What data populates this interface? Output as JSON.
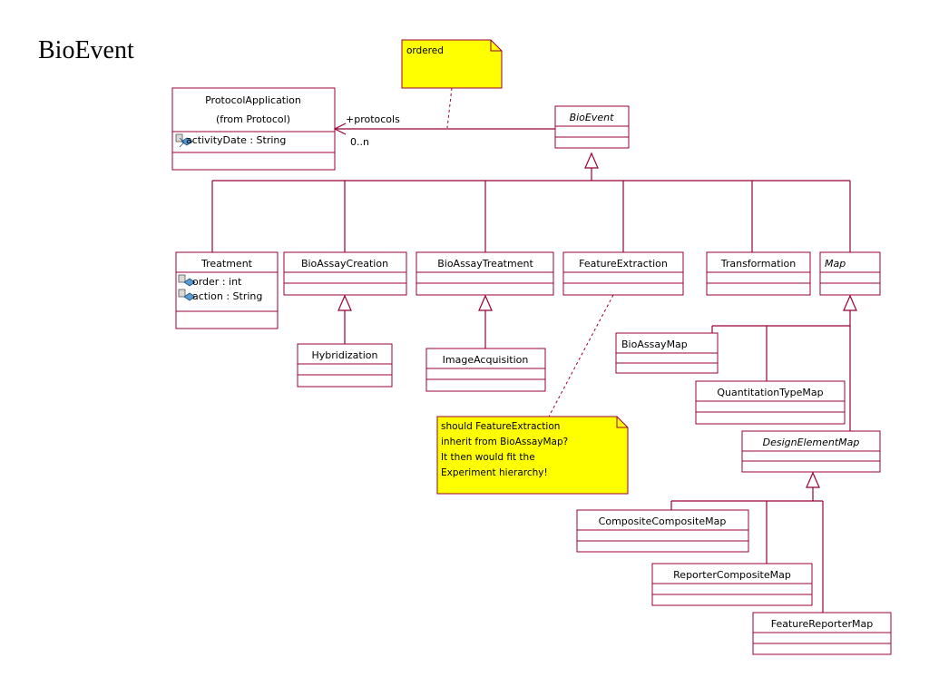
{
  "slide": {
    "title": "BioEvent"
  },
  "classes": {
    "protocol_application": {
      "name": "ProtocolApplication",
      "stereotype": "(from Protocol)",
      "attributes": [
        "activityDate : String"
      ]
    },
    "bio_event": {
      "name": "BioEvent"
    },
    "treatment": {
      "name": "Treatment",
      "attributes": [
        "order : int",
        "action : String"
      ]
    },
    "bio_assay_creation": {
      "name": "BioAssayCreation"
    },
    "bio_assay_treatment": {
      "name": "BioAssayTreatment"
    },
    "feature_extraction": {
      "name": "FeatureExtraction"
    },
    "transformation": {
      "name": "Transformation"
    },
    "map": {
      "name": "Map"
    },
    "hybridization": {
      "name": "Hybridization"
    },
    "image_acquisition": {
      "name": "ImageAcquisition"
    },
    "bio_assay_map": {
      "name": "BioAssayMap"
    },
    "quantitation_type_map": {
      "name": "QuantitationTypeMap"
    },
    "design_element_map": {
      "name": "DesignElementMap"
    },
    "composite_composite_map": {
      "name": "CompositeCompositeMap"
    },
    "reporter_composite_map": {
      "name": "ReporterCompositeMap"
    },
    "feature_reporter_map": {
      "name": "FeatureReporterMap"
    }
  },
  "association": {
    "role": "+protocols",
    "multiplicity": "0..n"
  },
  "notes": {
    "ordered": "ordered",
    "feature_extraction_question": [
      "should FeatureExtraction",
      "inherit from BioAssayMap?",
      "It then would fit the",
      "Experiment hierarchy!"
    ]
  },
  "colors": {
    "line": "#990033",
    "note": "#ffff00",
    "icon": "#5b9bd5"
  }
}
